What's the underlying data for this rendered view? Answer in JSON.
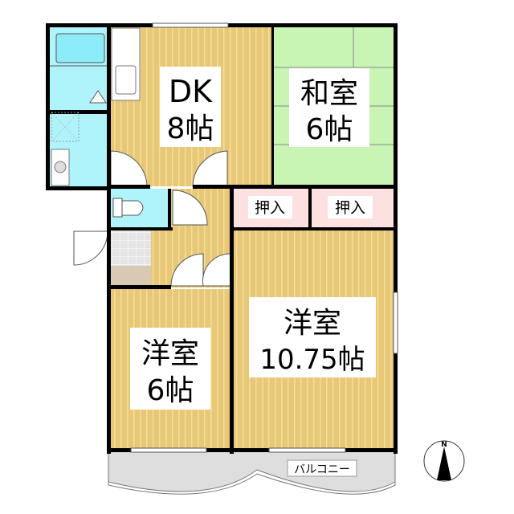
{
  "rooms": {
    "dk": {
      "name": "DK",
      "size": "8帖"
    },
    "washitsu": {
      "name": "和室",
      "size": "6帖"
    },
    "oshiire_left": {
      "name": "押入"
    },
    "oshiire_right": {
      "name": "押入"
    },
    "yoshitsu_small": {
      "name": "洋室",
      "size": "6帖"
    },
    "yoshitsu_large": {
      "name": "洋室",
      "size": "10.75帖"
    },
    "balcony": {
      "name": "バルコニー"
    }
  },
  "compass": {
    "label": "N"
  },
  "colors": {
    "wood": "#e8c877",
    "wood_stripe": "#f3de9e",
    "tatami": "#c8f5b4",
    "wet_area": "#b0f4fb",
    "closet": "#fde0e0",
    "balcony": "#dedede",
    "wall": "#000000"
  }
}
